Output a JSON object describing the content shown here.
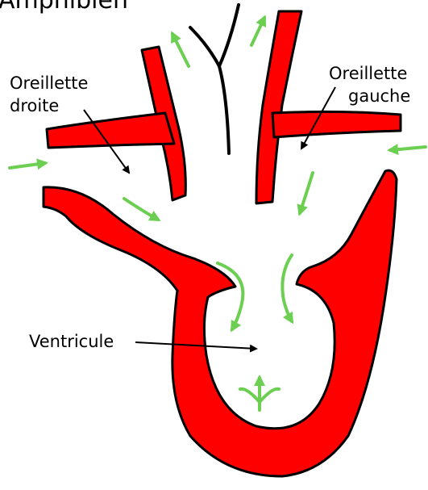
{
  "title": "Amphibien",
  "labels": {
    "right_atrium": [
      "Oreillette",
      "droite"
    ],
    "left_atrium": [
      "Oreillette",
      "gauche"
    ],
    "ventricle": "Ventricule"
  },
  "colors": {
    "vessel": "#ff0000",
    "outline": "#000000",
    "flow_arrow": "#6ccf52"
  },
  "icons": {
    "flow": "green-flow-arrow",
    "pointer": "black-pointer-arrow"
  }
}
